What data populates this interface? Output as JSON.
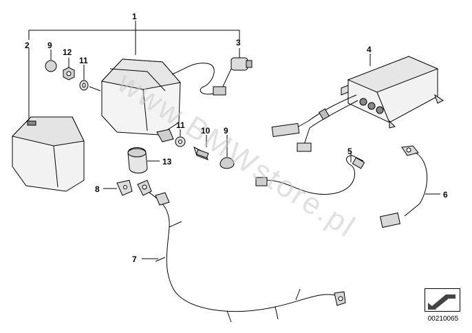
{
  "watermark": "www.BMWstore.pl",
  "catalog_code": "00210065",
  "callouts": {
    "n1": "1",
    "n2": "2",
    "n3": "3",
    "n4": "4",
    "n5": "5",
    "n6": "6",
    "n7": "7",
    "n8": "8",
    "n9a": "9",
    "n9b": "9",
    "n10": "10",
    "n11a": "11",
    "n11b": "11",
    "n12": "12",
    "n13": "13"
  }
}
